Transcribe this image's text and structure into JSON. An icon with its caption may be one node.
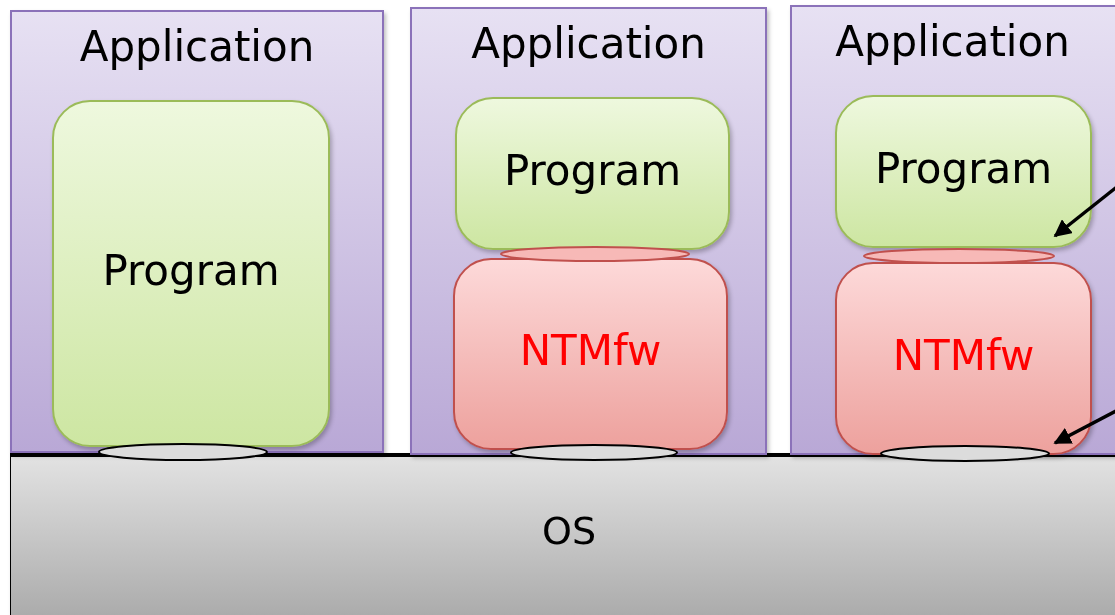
{
  "diagram": {
    "nodes": [
      {
        "text": [
          "Application"
        ]
      },
      {
        "text": [
          "Program"
        ],
        "in": 0
      },
      {
        "text": [],
        "shape": "ellipse"
      },
      {
        "text": [
          "Application"
        ]
      },
      {
        "text": [
          "Program"
        ],
        "in": 3
      },
      {
        "text": [],
        "shape": "ellipse",
        "in": 3
      },
      {
        "text": [
          "NTMfw"
        ],
        "in": 3
      },
      {
        "text": [],
        "shape": "ellipse"
      },
      {
        "text": [
          "Application"
        ]
      },
      {
        "text": [
          "Program"
        ],
        "in": 8
      },
      {
        "text": [],
        "shape": "ellipse",
        "in": 8
      },
      {
        "text": [
          "NTMfw"
        ],
        "in": 8
      },
      {
        "text": [],
        "shape": "ellipse"
      },
      {
        "text": [
          "OS"
        ]
      }
    ],
    "edges": [
      {
        "from": null,
        "to": 9,
        "arrow": "to"
      },
      {
        "from": null,
        "to": 11,
        "arrow": "to"
      }
    ]
  }
}
